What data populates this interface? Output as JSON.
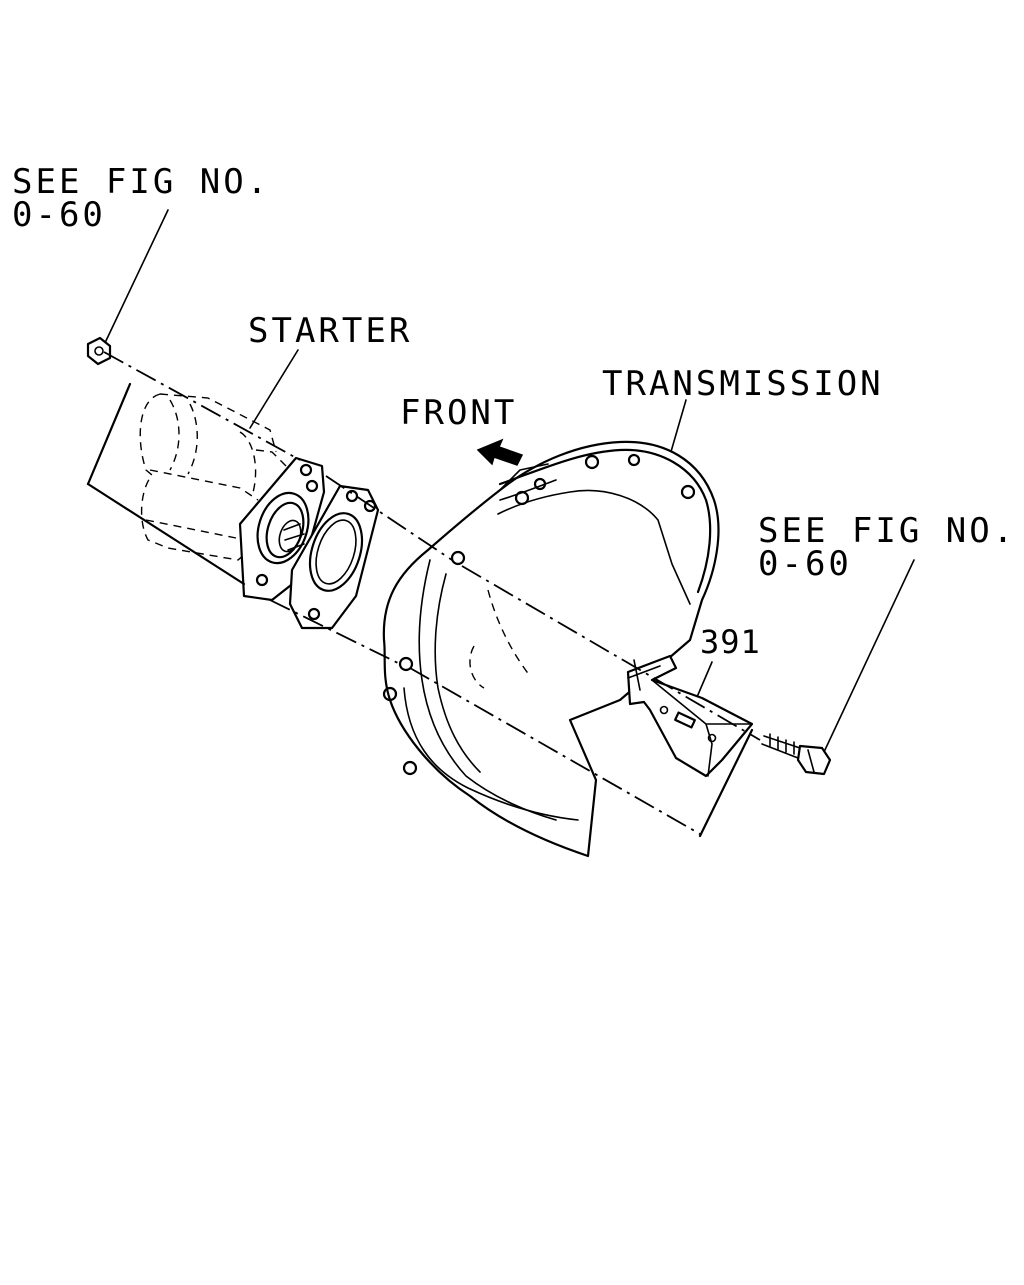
{
  "labels": {
    "see_fig_left_line1": "SEE FIG NO.",
    "see_fig_left_line2": "0-60",
    "starter": "STARTER",
    "front": "FRONT",
    "transmission": "TRANSMISSION",
    "see_fig_right_line1": "SEE FIG NO.",
    "see_fig_right_line2": "0-60",
    "part_number": "391"
  }
}
